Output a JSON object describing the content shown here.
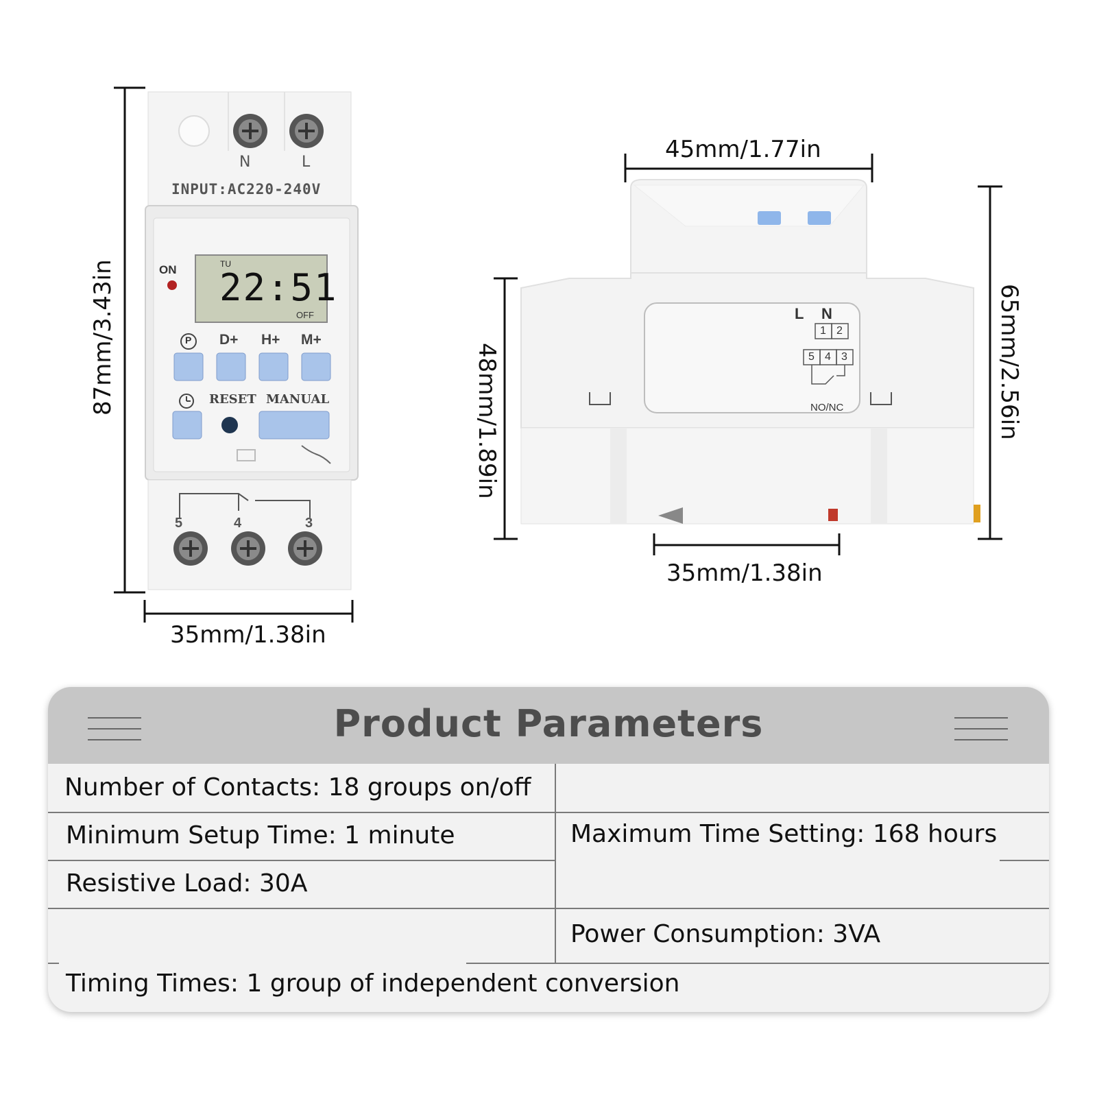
{
  "device": {
    "terminal_n": "N",
    "terminal_l": "L",
    "input_label": "INPUT:AC220-240V",
    "on_label": "ON",
    "lcd_day": "TU",
    "lcd_time": "22:51",
    "lcd_state": "OFF",
    "btn_p": "P",
    "btn_d": "D+",
    "btn_h": "H+",
    "btn_m": "M+",
    "reset_label": "RESET",
    "manual_label": "MANUAL",
    "terminal_5": "5",
    "terminal_4": "4",
    "terminal_3": "3"
  },
  "side_view": {
    "wiring_l": "L",
    "wiring_n": "N",
    "wiring_1": "1",
    "wiring_2": "2",
    "wiring_5": "5",
    "wiring_4": "4",
    "wiring_3": "3",
    "wiring_nonc": "NO/NC"
  },
  "dimensions": {
    "front_height": "87mm/3.43in",
    "front_width": "35mm/1.38in",
    "side_top_width": "45mm/1.77in",
    "side_inner_height": "48mm/1.89in",
    "side_total_height": "65mm/2.56in",
    "side_bottom_width": "35mm/1.38in"
  },
  "parameters": {
    "title": "Product Parameters",
    "contacts": "Number of Contacts: 18 groups on/off",
    "min_setup": "Minimum Setup Time: 1 minute",
    "max_time": "Maximum Time Setting: 168 hours",
    "resistive_load": "Resistive Load: 30A",
    "power": "Power Consumption: 3VA",
    "timing": "Timing Times: 1 group of independent conversion"
  },
  "colors": {
    "button_blue": "#a9c4ea",
    "lcd_green": "#c9ceb9",
    "header_gray": "#c6c6c6",
    "panel_gray": "#f2f2f2",
    "title_gray": "#4d4d4d"
  }
}
